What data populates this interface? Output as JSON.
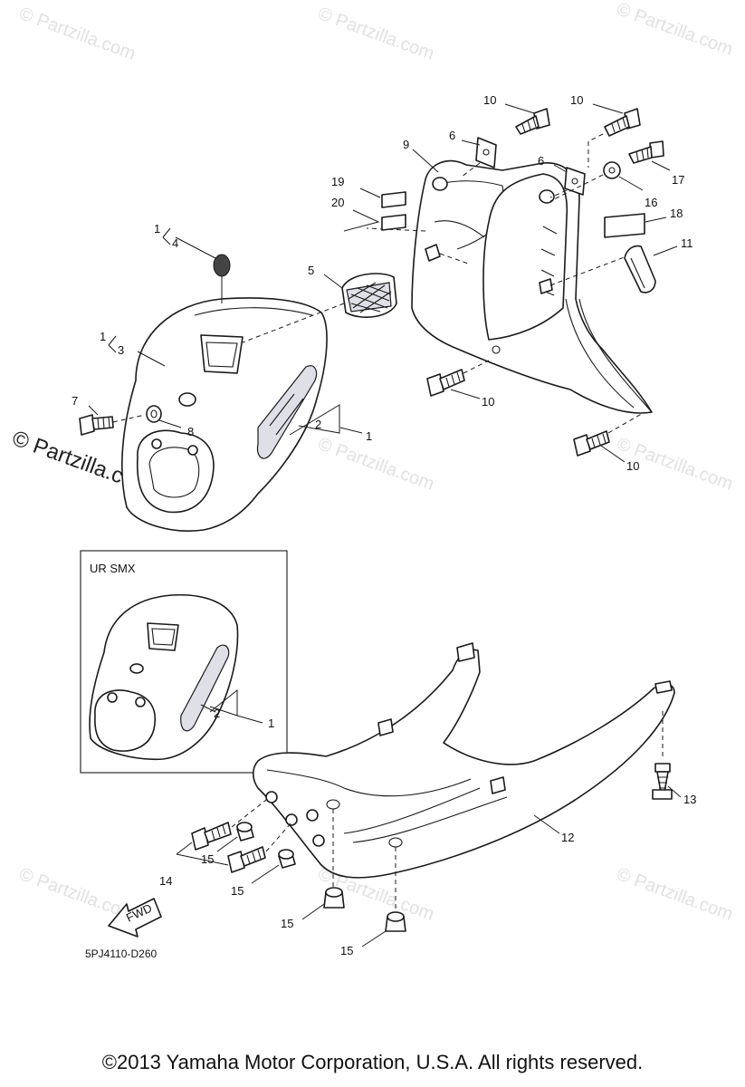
{
  "watermark": {
    "text": "© Partzilla.com",
    "prominent_text": "© Partzilla.com"
  },
  "inset": {
    "title": "UR SMX"
  },
  "diagram_code": "5PJ4110-D260",
  "fwd_label": "FWD",
  "callouts": {
    "c1a": "1",
    "c4": "4",
    "c1b": "1",
    "c3": "3",
    "c5": "5",
    "c7": "7",
    "c8": "8",
    "c2": "2",
    "c1c": "1",
    "c9": "9",
    "c6a": "6",
    "c6b": "6",
    "c10a": "10",
    "c10b": "10",
    "c10c": "10",
    "c10d": "10",
    "c17": "17",
    "c16": "16",
    "c18": "18",
    "c11": "11",
    "c19": "19",
    "c20": "20",
    "c2i": "2",
    "c1i": "1",
    "c12": "12",
    "c13": "13",
    "c14": "14",
    "c15a": "15",
    "c15b": "15",
    "c15c": "15",
    "c15d": "15"
  },
  "footer": {
    "copyright": "©2013 Yamaha Motor Corporation, U.S.A. All rights reserved."
  }
}
